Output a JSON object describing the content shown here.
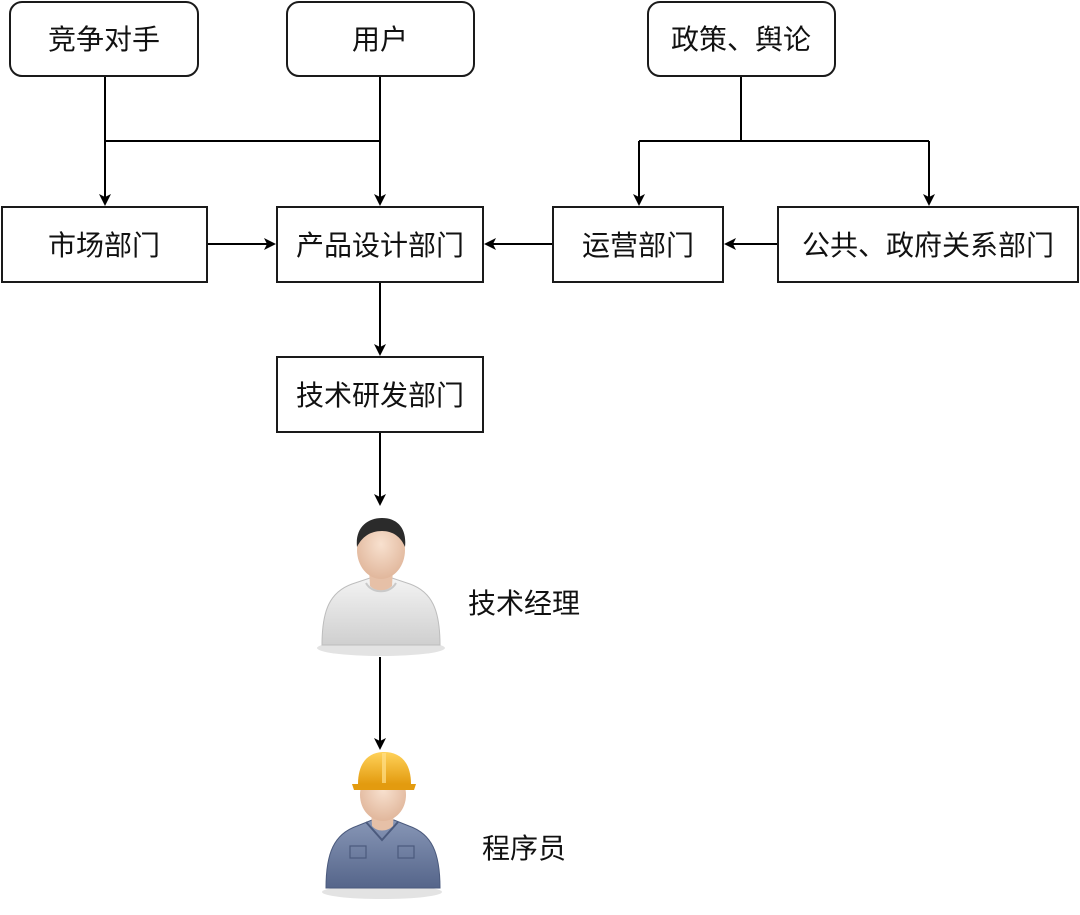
{
  "nodes": {
    "competitors": "竞争对手",
    "users": "用户",
    "policy": "政策、舆论",
    "market_dept": "市场部门",
    "product_dept": "产品设计部门",
    "ops_dept": "运营部门",
    "pr_dept": "公共、政府关系部门",
    "tech_dept": "技术研发部门"
  },
  "people": {
    "tech_manager": "技术经理",
    "programmer": "程序员"
  },
  "colors": {
    "stroke": "#1a1a1a",
    "text": "#111111",
    "helmet": "#f2b21a",
    "shirt_manager": "#e6e6e6",
    "shirt_programmer": "#6f7fa3",
    "skin": "#f2d3bd",
    "hair": "#2b2b2b"
  }
}
